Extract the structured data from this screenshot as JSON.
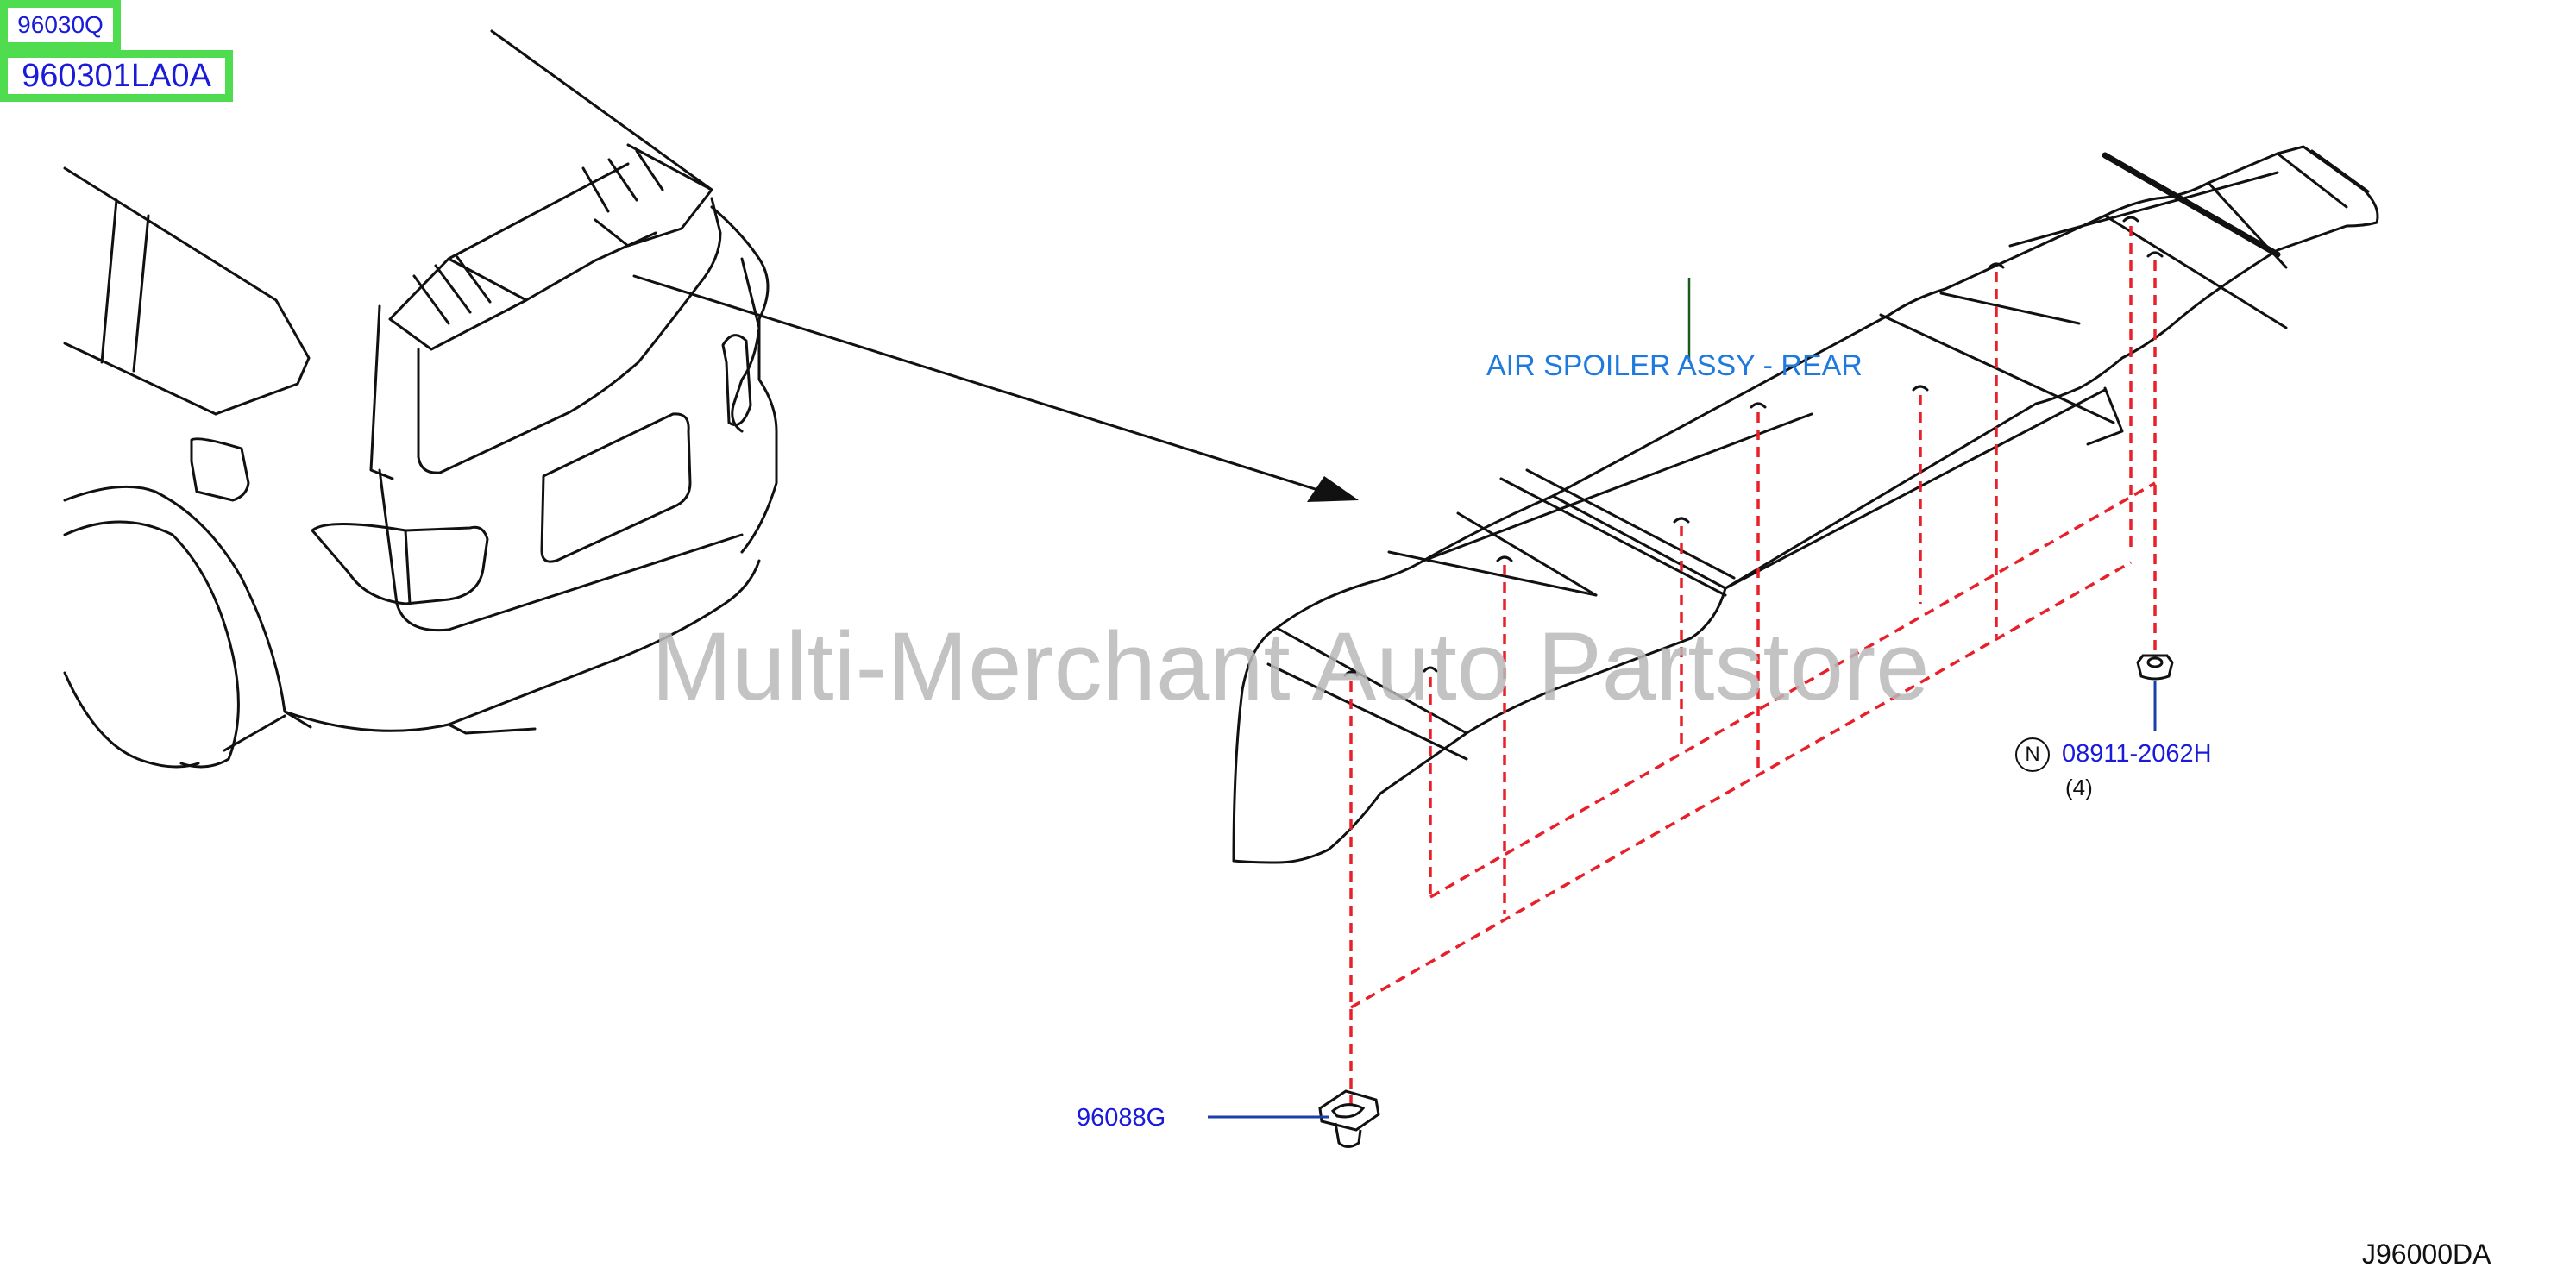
{
  "callouts": {
    "part_96030q": "96030Q",
    "part_960301la0a": "960301LA0A",
    "description": "AIR SPOILER ASSY - REAR",
    "part_08911": "08911-2062H",
    "part_08911_qty": "(4)",
    "part_08911_marker": "N",
    "part_96088g": "96088G"
  },
  "figure_code": "J96000DA",
  "watermark": "Multi-Merchant Auto Partstore",
  "colors": {
    "highlight": "#4fdc4f",
    "part_link": "#1a1adb",
    "description": "#1f7ae0",
    "dashed_leader": "#e8202a",
    "linework": "#111111"
  }
}
